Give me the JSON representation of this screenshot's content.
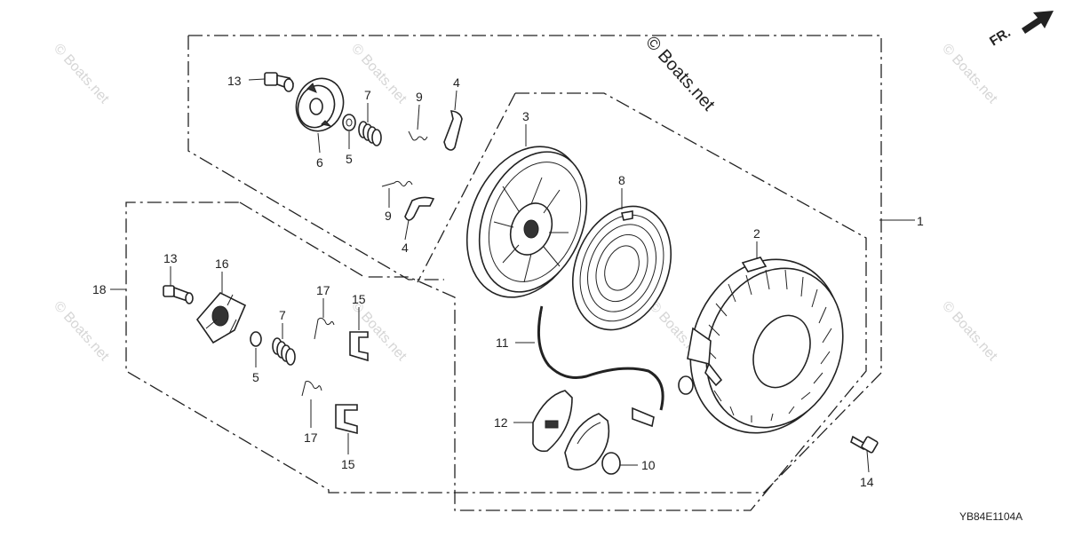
{
  "diagram": {
    "drawing_code": "YB84E1104A",
    "copyright": "© Boats.net",
    "watermark": "© Boats.net",
    "direction_label": "FR.",
    "callouts": [
      {
        "id": "c13a",
        "label": "13"
      },
      {
        "id": "c6",
        "label": "6"
      },
      {
        "id": "c5a",
        "label": "5"
      },
      {
        "id": "c7a",
        "label": "7"
      },
      {
        "id": "c9a",
        "label": "9"
      },
      {
        "id": "c4a",
        "label": "4"
      },
      {
        "id": "c9b",
        "label": "9"
      },
      {
        "id": "c4b",
        "label": "4"
      },
      {
        "id": "c3",
        "label": "3"
      },
      {
        "id": "c8",
        "label": "8"
      },
      {
        "id": "c1",
        "label": "1"
      },
      {
        "id": "c2",
        "label": "2"
      },
      {
        "id": "c18",
        "label": "18"
      },
      {
        "id": "c13b",
        "label": "13"
      },
      {
        "id": "c16",
        "label": "16"
      },
      {
        "id": "c7b",
        "label": "7"
      },
      {
        "id": "c5b",
        "label": "5"
      },
      {
        "id": "c17a",
        "label": "17"
      },
      {
        "id": "c15a",
        "label": "15"
      },
      {
        "id": "c17b",
        "label": "17"
      },
      {
        "id": "c15b",
        "label": "15"
      },
      {
        "id": "c11",
        "label": "11"
      },
      {
        "id": "c12",
        "label": "12"
      },
      {
        "id": "c10",
        "label": "10"
      },
      {
        "id": "c14",
        "label": "14"
      }
    ]
  }
}
